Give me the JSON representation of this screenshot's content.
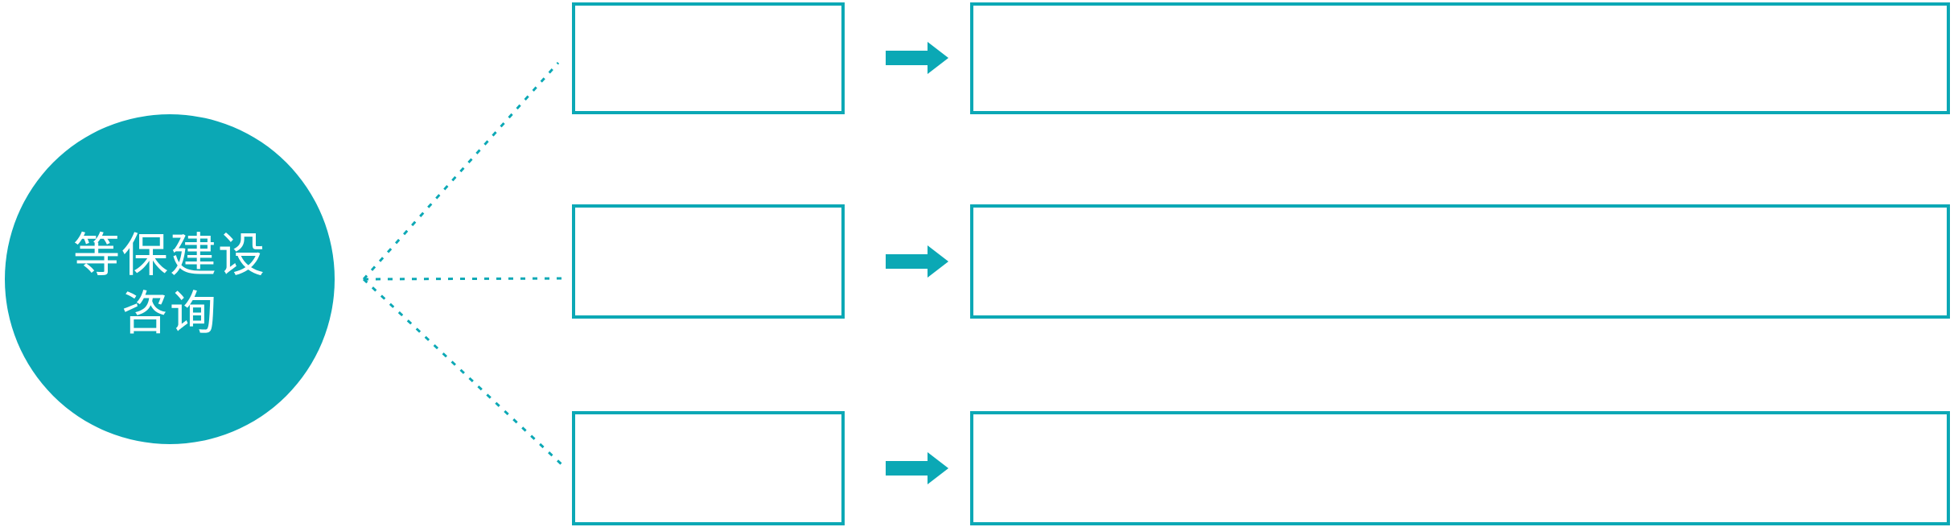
{
  "diagram": {
    "circle": {
      "label_line1": "等保建设",
      "label_line2": "咨询"
    },
    "rows": [
      {
        "name": "row-1",
        "small_box_text": "",
        "large_box_text": ""
      },
      {
        "name": "row-2",
        "small_box_text": "",
        "large_box_text": ""
      },
      {
        "name": "row-3",
        "small_box_text": "",
        "large_box_text": ""
      }
    ],
    "colors": {
      "accent_teal": "#0BA8B5",
      "background": "#FFFFFF",
      "circle_text": "#FFFFFF"
    },
    "icons": {
      "arrow_right_icon": "block-arrow-right",
      "connector_icon": "dotted-line"
    }
  }
}
